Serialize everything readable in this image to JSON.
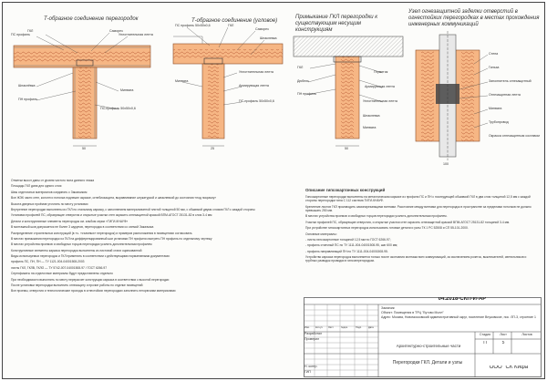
{
  "details": [
    {
      "title": "Т-образное соединение перегородок"
    },
    {
      "title": "Т-образное соединение (угловое)"
    },
    {
      "title": "Примыкание ГКЛ перегородки к существующим несущим конструкциям"
    },
    {
      "title": "Узел огнезащитной заделки отверстий в огнестойких перегородках в местах прохождения инженерных коммуникаций"
    }
  ],
  "callouts_d1": [
    "ПС профиль",
    "ГКЛ",
    "Саморез",
    "Уплотнительная лента",
    "Шпаклёвка",
    "ПН профиль",
    "Минвата",
    "ПС-профиль 50х50х0,6"
  ],
  "callouts_d2": [
    "ПС профиль 50х50х0,6",
    "ГКЛ",
    "Саморез",
    "Шпаклевка",
    "Уплотнительная лента",
    "Армирующая лента",
    "ПС-профиль 50х50х0,6",
    "Минвата"
  ],
  "callouts_d3": [
    "ГКЛ",
    "Дюбель",
    "ПН профиль",
    "Герметик",
    "Армирующая лента",
    "Уплотнительная лента",
    "Шпаклевка",
    "Минвата"
  ],
  "callouts_d4": [
    "Стена",
    "Гильза",
    "Заполнитель огнезащитный",
    "Огнезащитная лента",
    "Минвата",
    "Трубопровод",
    "Окраска огнезащитным составом"
  ],
  "dims": [
    "50",
    "25",
    "50",
    "100"
  ],
  "notes_left": [
    "Отметки высот даны от уровня чистого пола данного этажа",
    "Площадь ГКЛ дана для одного слоя",
    "Швы отделочных материалов соединять с Заказчиком",
    "Все ЖЭК части стен, колонн и потолка подлежат окраске, огнебиозащита, выравнивание штукатуркой и шпаклевкой до состояния «под покраску»",
    "Высота дверных проёмов уточнить по месту установки",
    "Внутренние перегородки выполнены из ГКЛ по стальному каркасу, с заполнением минераловатной плитой толщиной 50 мм, с обшивкой двумя слоями ГКЛ с каждой стороны",
    "Установки профилей ПС, образующие отверстия и открытые участки стен окрасить огнезащитной краской ВПМ-АГОСТ 25131-82 в слоя 3-4 мм",
    "Детали и конструктивные элементы перегородок см. альбом серии «ТИГИ-КНАУФ»",
    "В монтажный шов допускается не более 3 шурупов, перегородок в соответствии со схемой Заказчика",
    "Распределение строительных конструкций (в т.ч. «съемных» перегородок) и примеров расположения в помещениях согласовать",
    "В местах примыкания перегородок из ГКЛ на дифференцированный шаг установки ПН профиля смотреть ПН профиль по отдельному чертежу",
    "В местах устройства проемов и свободных торцов перегородки усилить дополнительным профилем",
    "Конструктивные элементы каркаса перегородок выполнены из листовой стали оцинкованной",
    "Виды используемых перегородок и ГКЛ применять в соответствии с действующими нормативными документами:",
    "профиль ПС, ПН, ПН — ТУ 1121-004-04001508-2003",
    "листы ГКЛ, ГКЛВ, ГКЛО — ТУ 5742-007-04001508-97 / ГОСТ 6266-97",
    "Сертификаты на отделочные материалы будут предоставлены отдельно",
    "При необходимости выполнить по месту перерасчет конструкции каркаса в соответствии с высотой перегородки",
    "После установки перегородки выполнить огнезащиту и прочие работы по отделке помещений",
    "Все проемы, отверстия и технологические проходы в огнестойких перегородках заполнить негорючими материалами"
  ],
  "notes_right_title": "Описание гипсокартонных конструкций",
  "notes_right": [
    "Гипсокартонные перегородки выполнены на металлическом каркасе из профиля ПС и ПН с последующей обшивкой ГКЛ в два слоя толщиной 12,5 мм с каждой стороны перегородки типа С 112 система ТИГИ-КНАУФ.",
    "Крепление листов ГКЛ производить самонарезающими винтами. Расстояние между винтами для перегородок в пространстве за пределами потолков не должно превышать 250 мм.",
    "В местах устройства проемов и свободных торцов перегородки усилить дополнительным профилем.",
    "Участки профилей ПС, образующие отверстия, и открытые участки стен окрасить огнезащитной краской ВПМ-АГОСТ 25131-82 толщиной 3-4 мм.",
    "При устройстве гипсокартонных перегородок использовать готовые детали и узлы ТК 1 РС 52508 и СП 55-101-2000.",
    "Основные материалы:",
    "- листы гипсокартонные толщиной 12,5 мм по ГОСТ 6266-97;",
    "- профиль стоечный ПС по ТУ 1111-004-04001508-95, шаг 600 мм;",
    "- профиль направляющий ПН по ТУ 1111-004-04001508-95.",
    "Устройство каркаса перегородок выполняется только после окончания монтажа всех коммуникаций, за исключением розеток, выключателей, светильников и трубных разводок проводки в гипсоперегородках."
  ],
  "title_block": {
    "doc_code": "04.2018-СКП-И-АР",
    "customer_label": "Заказчик:",
    "customer_text": "Объект: Помещения в ТРЦ \"Бутово Молл\"",
    "address_text": "Адрес: Москва, Новомосковский административный округ, поселение Внуковское, пос. ЛП-3, строение 1",
    "stage_label": "Стадия",
    "sheet_label": "Лист",
    "sheets_label": "Листов",
    "stage": "П",
    "sheet": "5",
    "sheets": "",
    "section": "Архитектурно-строительные чаcти",
    "drawing_title": "Перегородки ГКЛ. Детали и узлы",
    "company": "ООО \"СК Кифа\"",
    "roles": [
      "Разработал",
      "Проверил",
      "",
      "",
      "Н. контр.",
      "ГИП"
    ],
    "col_heads": [
      "Изм.",
      "Кол.уч",
      "Лист",
      "№док.",
      "Подп.",
      "Дата"
    ]
  }
}
